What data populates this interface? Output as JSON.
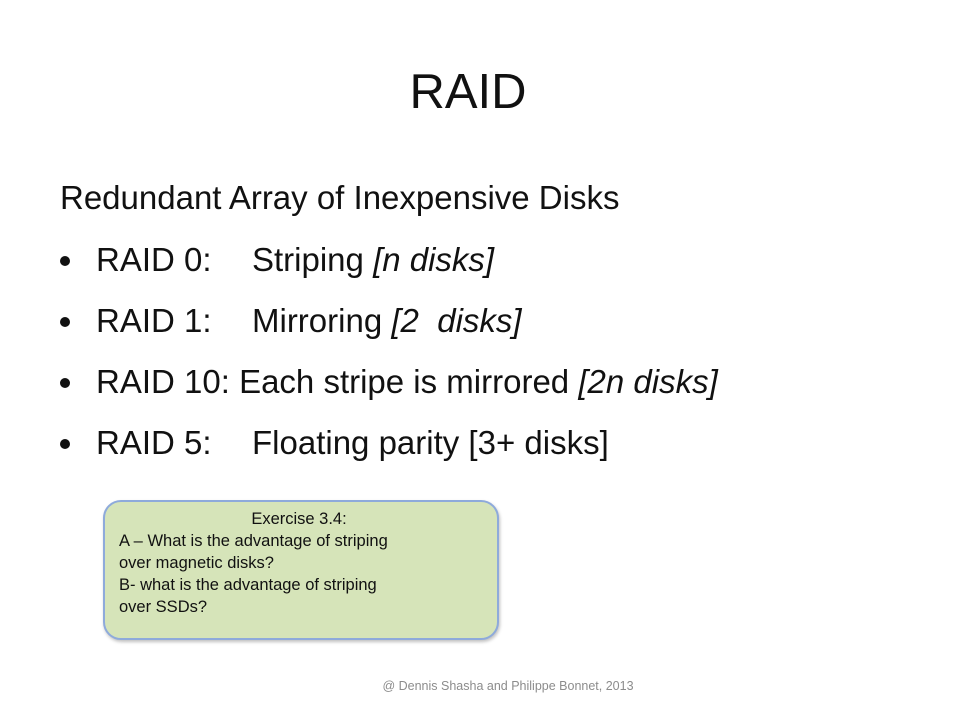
{
  "slide": {
    "title": "RAID",
    "subtitle": "Redundant Array of Inexpensive Disks",
    "bullets": [
      {
        "label": "RAID 0:",
        "desc": "Striping",
        "detail": "[n disks]"
      },
      {
        "label": "RAID 1:",
        "desc": "Mirroring",
        "detail": "[2  disks]"
      },
      {
        "label": "RAID 10:",
        "desc": "Each stripe is mirrored",
        "detail": "[2n disks]"
      },
      {
        "label": "RAID 5:",
        "desc": "Floating parity [3+ disks]"
      }
    ],
    "callout": {
      "title": "Exercise 3.4:",
      "lines": [
        "A – What is the advantage of striping",
        "over magnetic disks?",
        "B- what is the advantage of striping",
        "over SSDs?"
      ]
    },
    "footer": "@ Dennis Shasha and Philippe Bonnet, 2013"
  },
  "colors": {
    "callout_fill": "#d6e4b9",
    "callout_border": "#8eaadb",
    "footer_text": "#8c8c8c"
  }
}
